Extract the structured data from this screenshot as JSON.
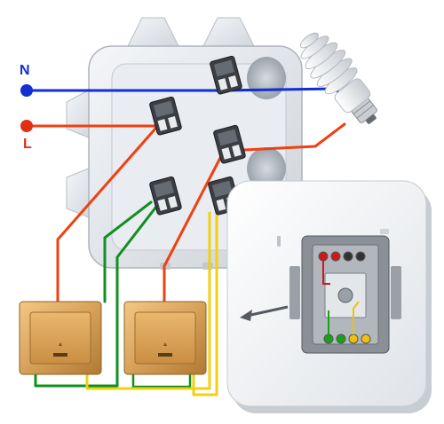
{
  "diagram": {
    "terminals": [
      {
        "id": "neutral",
        "label": "N",
        "color": "#1030d0"
      },
      {
        "id": "line",
        "label": "L",
        "color": "#e03010"
      }
    ],
    "wire_colors": {
      "neutral": "#1030d0",
      "phase": "#f04010",
      "traveler_green": "#109020",
      "traveler_yellow": "#f0d010"
    },
    "switch_leds": [
      "#d01818",
      "#d01818",
      "#333333",
      "#333333",
      "#18a018",
      "#18a018",
      "#f0c010",
      "#f0c010"
    ],
    "components": [
      "junction-box",
      "lamp",
      "switch-1",
      "switch-2",
      "switch-mechanism"
    ]
  }
}
